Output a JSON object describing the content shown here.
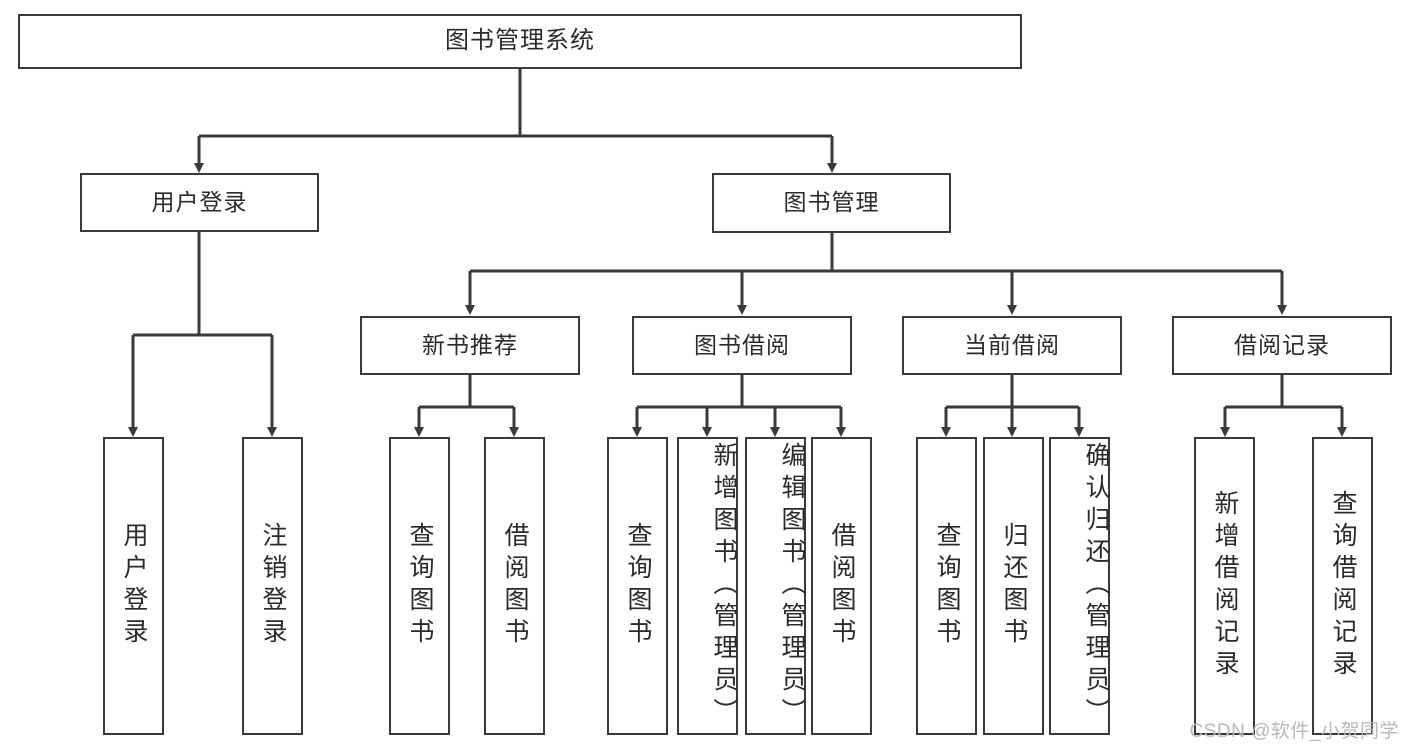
{
  "diagram": {
    "type": "tree",
    "title": "图书管理系统",
    "root": {
      "label": "图书管理系统"
    },
    "level1": [
      {
        "label": "用户登录"
      },
      {
        "label": "图书管理"
      }
    ],
    "level2": [
      {
        "label": "新书推荐",
        "parent": "图书管理"
      },
      {
        "label": "图书借阅",
        "parent": "图书管理"
      },
      {
        "label": "当前借阅",
        "parent": "图书管理"
      },
      {
        "label": "借阅记录",
        "parent": "图书管理"
      }
    ],
    "leaves": {
      "user_login": [
        {
          "label": "用户登录"
        },
        {
          "label": "注销登录"
        }
      ],
      "new_book_recommend": [
        {
          "label": "查询图书"
        },
        {
          "label": "借阅图书"
        }
      ],
      "book_borrow": [
        {
          "label": "查询图书"
        },
        {
          "label": "新增图书（管理员）"
        },
        {
          "label": "编辑图书（管理员）"
        },
        {
          "label": "借阅图书"
        }
      ],
      "current_borrow": [
        {
          "label": "查询图书"
        },
        {
          "label": "归还图书"
        },
        {
          "label": "确认归还（管理员）"
        }
      ],
      "borrow_record": [
        {
          "label": "新增借阅记录"
        },
        {
          "label": "查询借阅记录"
        }
      ]
    }
  },
  "watermark": {
    "text": "CSDN @软件_小贺同学"
  },
  "colors": {
    "border": "#3a3a3a",
    "text": "#2b2b2b",
    "background": "#ffffff",
    "watermark": "#b9b9b9"
  }
}
